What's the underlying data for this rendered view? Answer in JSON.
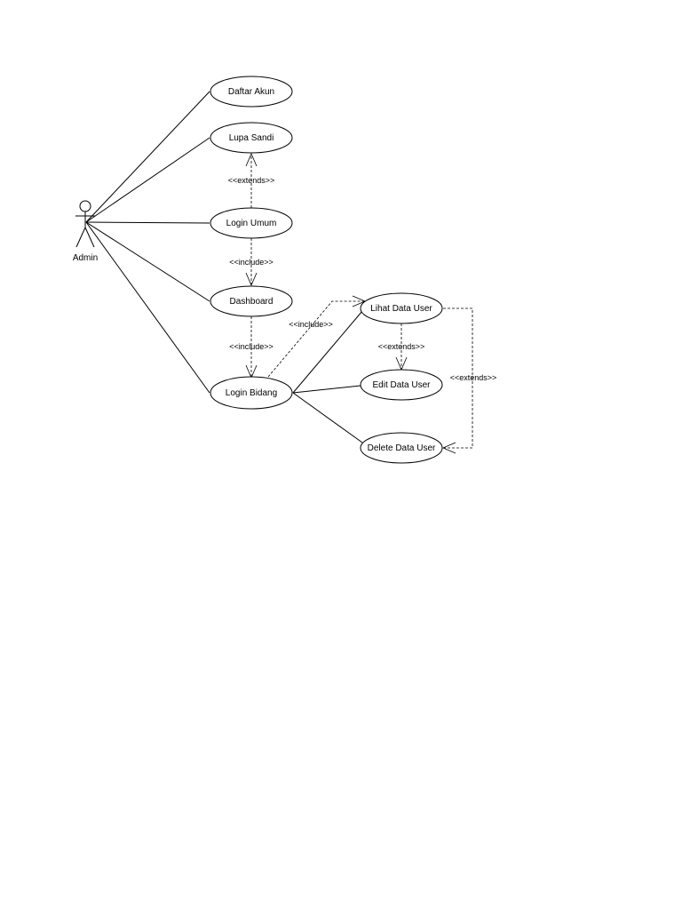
{
  "actor": {
    "name": "Admin"
  },
  "use_cases": {
    "daftar_akun": "Daftar Akun",
    "lupa_sandi": "Lupa Sandi",
    "login_umum": "Login Umum",
    "dashboard": "Dashboard",
    "login_bidang": "Login Bidang",
    "lihat_data_user": "Lihat Data User",
    "edit_data_user": "Edit Data User",
    "delete_data_user": "Delete Data User"
  },
  "relations": {
    "lupa_extends_login": "<<extends>>",
    "login_umum_include_dashboard": "<<include>>",
    "dashboard_include_login_bidang": "<<include>>",
    "login_bidang_include_lihat": "<<include>>",
    "edit_extends_lihat": "<<extends>>",
    "delete_extends_lihat": "<<extends>>"
  }
}
